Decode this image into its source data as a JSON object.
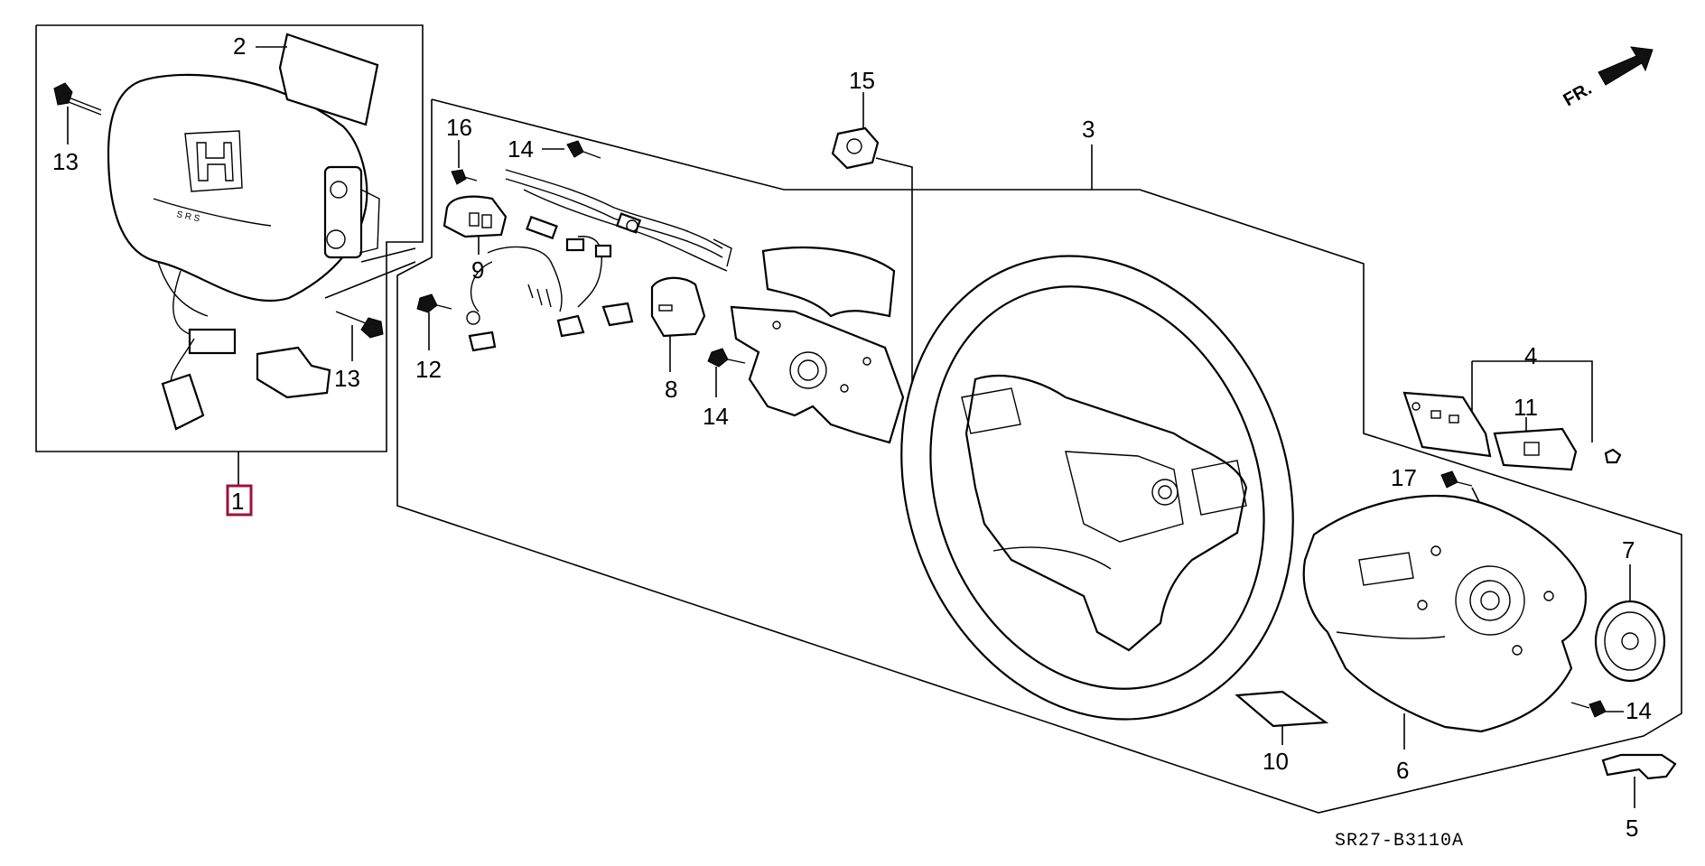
{
  "diagram_code": "SR27-B3110A",
  "front_indicator": "FR.",
  "highlighted_callout": "1",
  "highlight_color": "#a0103a",
  "callouts": {
    "c1": "1",
    "c2": "2",
    "c3": "3",
    "c4": "4",
    "c5": "5",
    "c6": "6",
    "c7": "7",
    "c8": "8",
    "c9": "9",
    "c10": "10",
    "c11": "11",
    "c12": "12",
    "c13a": "13",
    "c13b": "13",
    "c14a": "14",
    "c14b": "14",
    "c14c": "14",
    "c15": "15",
    "c16": "16",
    "c17": "17"
  }
}
